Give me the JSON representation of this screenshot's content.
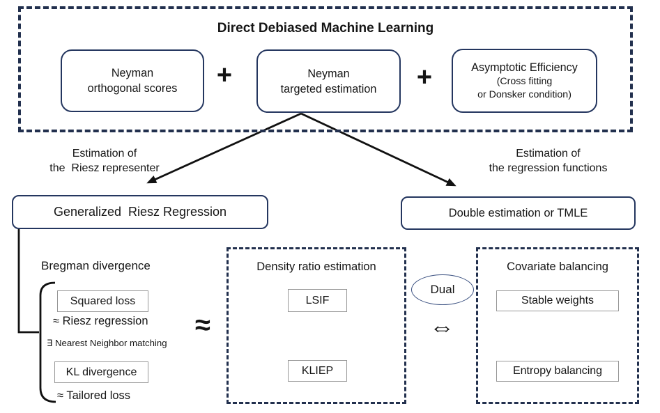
{
  "colors": {
    "navy_dash": "#22304e",
    "navy_box_border": "#24365f",
    "gray_box_border": "#979797",
    "line_black": "#111111"
  },
  "top_section": {
    "title": "Direct Debiased Machine Learning",
    "plus": "+",
    "components": [
      {
        "lines": [
          "Neyman",
          "orthogonal scores"
        ]
      },
      {
        "lines": [
          "Neyman",
          "targeted estimation"
        ]
      },
      {
        "lines": [
          "Asymptotic Efficiency",
          "(Cross fitting",
          "or Donsker condition)"
        ]
      }
    ]
  },
  "branches": {
    "left_label": {
      "line1": "Estimation of",
      "line2": "the  Riesz representer"
    },
    "right_label": {
      "line1": "Estimation of",
      "line2": "the regression functions"
    },
    "left_box": "Generalized  Riesz Regression",
    "right_box": "Double estimation or TMLE"
  },
  "bregman": {
    "heading": "Bregman divergence",
    "squared_loss_box": "Squared loss",
    "riesz_note": "≈ Riesz regression",
    "nearest_neighbor_note": "∃ Nearest Neighbor matching",
    "kl_box": "KL divergence",
    "tailored_note": "≈ Tailored loss"
  },
  "relations": {
    "approx_symbol": "≈",
    "dual_label": "Dual",
    "dual_arrow": "⇔"
  },
  "density_box": {
    "title": "Density ratio estimation",
    "items": [
      "LSIF",
      "KLIEP"
    ]
  },
  "covariate_box": {
    "title": "Covariate balancing",
    "items": [
      "Stable weights",
      "Entropy balancing"
    ]
  }
}
